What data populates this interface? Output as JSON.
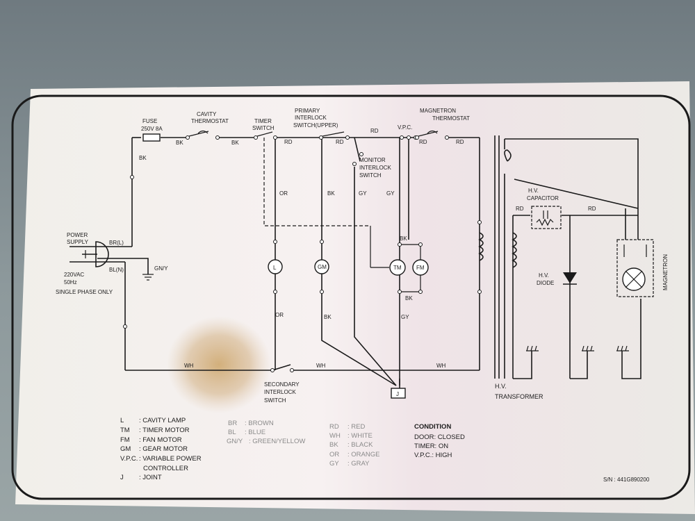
{
  "labels": {
    "fuse": "FUSE",
    "fuse_rating": "250V 8A",
    "cavity_thermostat_1": "CAVITY",
    "cavity_thermostat_2": "THERMOSTAT",
    "timer_switch_1": "TIMER",
    "timer_switch_2": "SWITCH",
    "primary_interlock_1": "PRIMARY",
    "primary_interlock_2": "INTERLOCK",
    "primary_interlock_3": "SWITCH(UPPER)",
    "vpc": "V.P.C.",
    "magnetron_thermostat_1": "MAGNETRON",
    "magnetron_thermostat_2": "THERMOSTAT",
    "monitor_interlock_1": "MONITOR",
    "monitor_interlock_2": "INTERLOCK",
    "monitor_interlock_3": "SWITCH",
    "power_supply_1": "POWER",
    "power_supply_2": "SUPPLY",
    "br_l": "BR(L)",
    "bl_n": "BL(N)",
    "gn_y": "GN/Y",
    "supply_voltage": "220VAC",
    "supply_freq": "50Hz",
    "single_phase": "SINGLE PHASE ONLY",
    "hv_capacitor_1": "H.V.",
    "hv_capacitor_2": "CAPACITOR",
    "hv_diode_1": "H.V.",
    "hv_diode_2": "DIODE",
    "magnetron": "MAGNETRON",
    "hv_transformer_1": "H.V.",
    "hv_transformer_2": "TRANSFORMER",
    "secondary_interlock_1": "SECONDARY",
    "secondary_interlock_2": "INTERLOCK",
    "secondary_interlock_3": "SWITCH",
    "lamp_symbol": "L",
    "gm_symbol": "GM",
    "tm_symbol": "TM",
    "fm_symbol": "FM",
    "joint_symbol": "J",
    "serial": "S/N : 441G890200"
  },
  "wires": {
    "bk": "BK",
    "rd": "RD",
    "or": "OR",
    "gy": "GY",
    "wh": "WH"
  },
  "legend_components": [
    {
      "code": "L",
      "desc": ": CAVITY LAMP"
    },
    {
      "code": "TM",
      "desc": ": TIMER MOTOR"
    },
    {
      "code": "FM",
      "desc": ": FAN MOTOR"
    },
    {
      "code": "GM",
      "desc": ": GEAR MOTOR"
    },
    {
      "code": "V.P.C.",
      "desc": ": VARIABLE POWER"
    },
    {
      "code": "",
      "desc": "CONTROLLER"
    },
    {
      "code": "J",
      "desc": ": JOINT"
    }
  ],
  "legend_colors_1": [
    {
      "code": "BR",
      "desc": ": BROWN"
    },
    {
      "code": "BL",
      "desc": ": BLUE"
    },
    {
      "code": "GN/Y",
      "desc": ": GREEN/YELLOW"
    }
  ],
  "legend_colors_2": [
    {
      "code": "RD",
      "desc": ": RED"
    },
    {
      "code": "WH",
      "desc": ": WHITE"
    },
    {
      "code": "BK",
      "desc": ": BLACK"
    },
    {
      "code": "OR",
      "desc": ": ORANGE"
    },
    {
      "code": "GY",
      "desc": ": GRAY"
    }
  ],
  "condition": {
    "title": "CONDITION",
    "lines": [
      "DOOR: CLOSED",
      "TIMER: ON",
      "V.P.C.: HIGH"
    ]
  }
}
